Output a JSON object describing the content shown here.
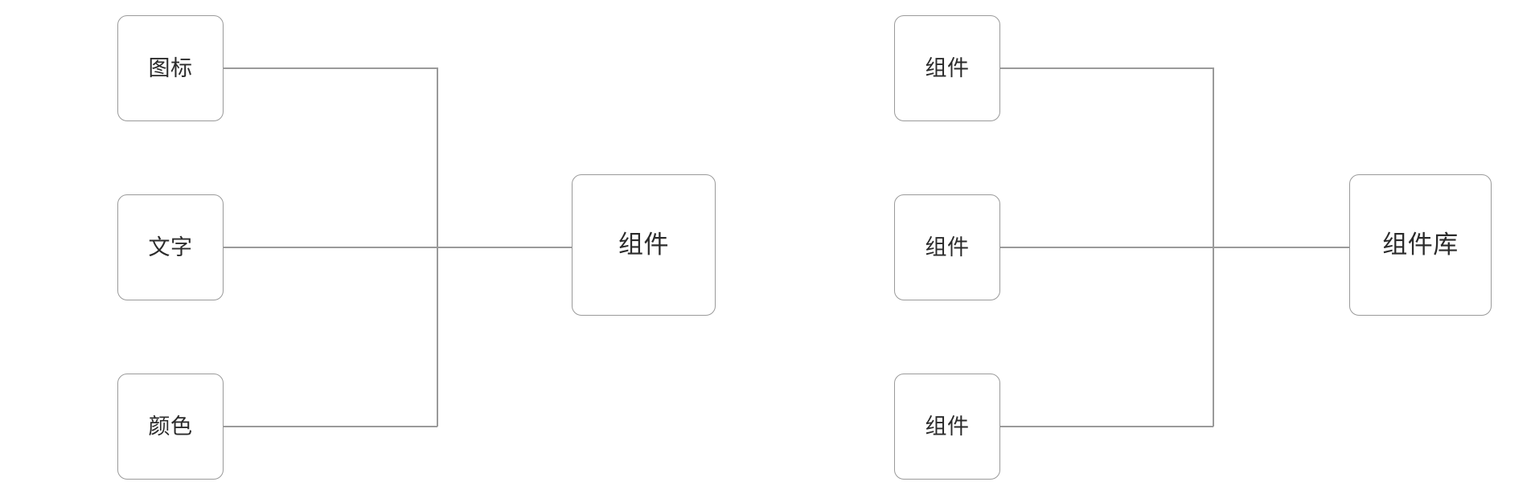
{
  "diagram": {
    "type": "hierarchy-tree",
    "orientation": "left-to-right",
    "background_color": "#ffffff",
    "line_color": "#9a9a9a",
    "node_border_color": "#9a9a9a",
    "node_fill_color": "#ffffff",
    "text_color": "#2b2b2b",
    "groups": [
      {
        "id": "group-left",
        "leaves": [
          {
            "id": "leaf-icon",
            "label": "图标"
          },
          {
            "id": "leaf-text",
            "label": "文字"
          },
          {
            "id": "leaf-color",
            "label": "颜色"
          }
        ],
        "parent": {
          "id": "node-component",
          "label": "组件"
        }
      },
      {
        "id": "group-right",
        "leaves": [
          {
            "id": "comp-1",
            "label": "组件"
          },
          {
            "id": "comp-2",
            "label": "组件"
          },
          {
            "id": "comp-3",
            "label": "组件"
          }
        ],
        "parent": {
          "id": "node-component-library",
          "label": "组件库"
        }
      }
    ]
  }
}
